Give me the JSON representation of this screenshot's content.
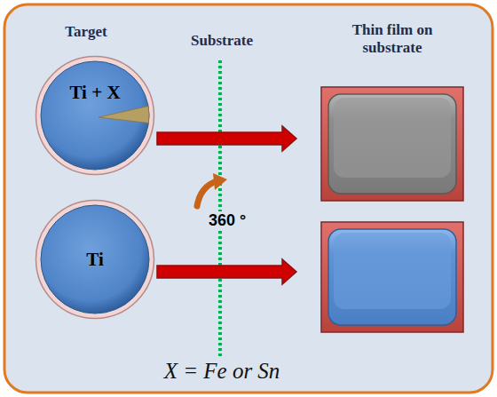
{
  "diagram": {
    "nodes": [
      {
        "text": [
          "Ti + X"
        ]
      },
      {
        "text": [
          "Ti"
        ]
      }
    ],
    "labels": [
      "Target",
      "Substrate",
      "Thin film on substrate",
      "360 °",
      "X = Fe or Sn"
    ]
  }
}
